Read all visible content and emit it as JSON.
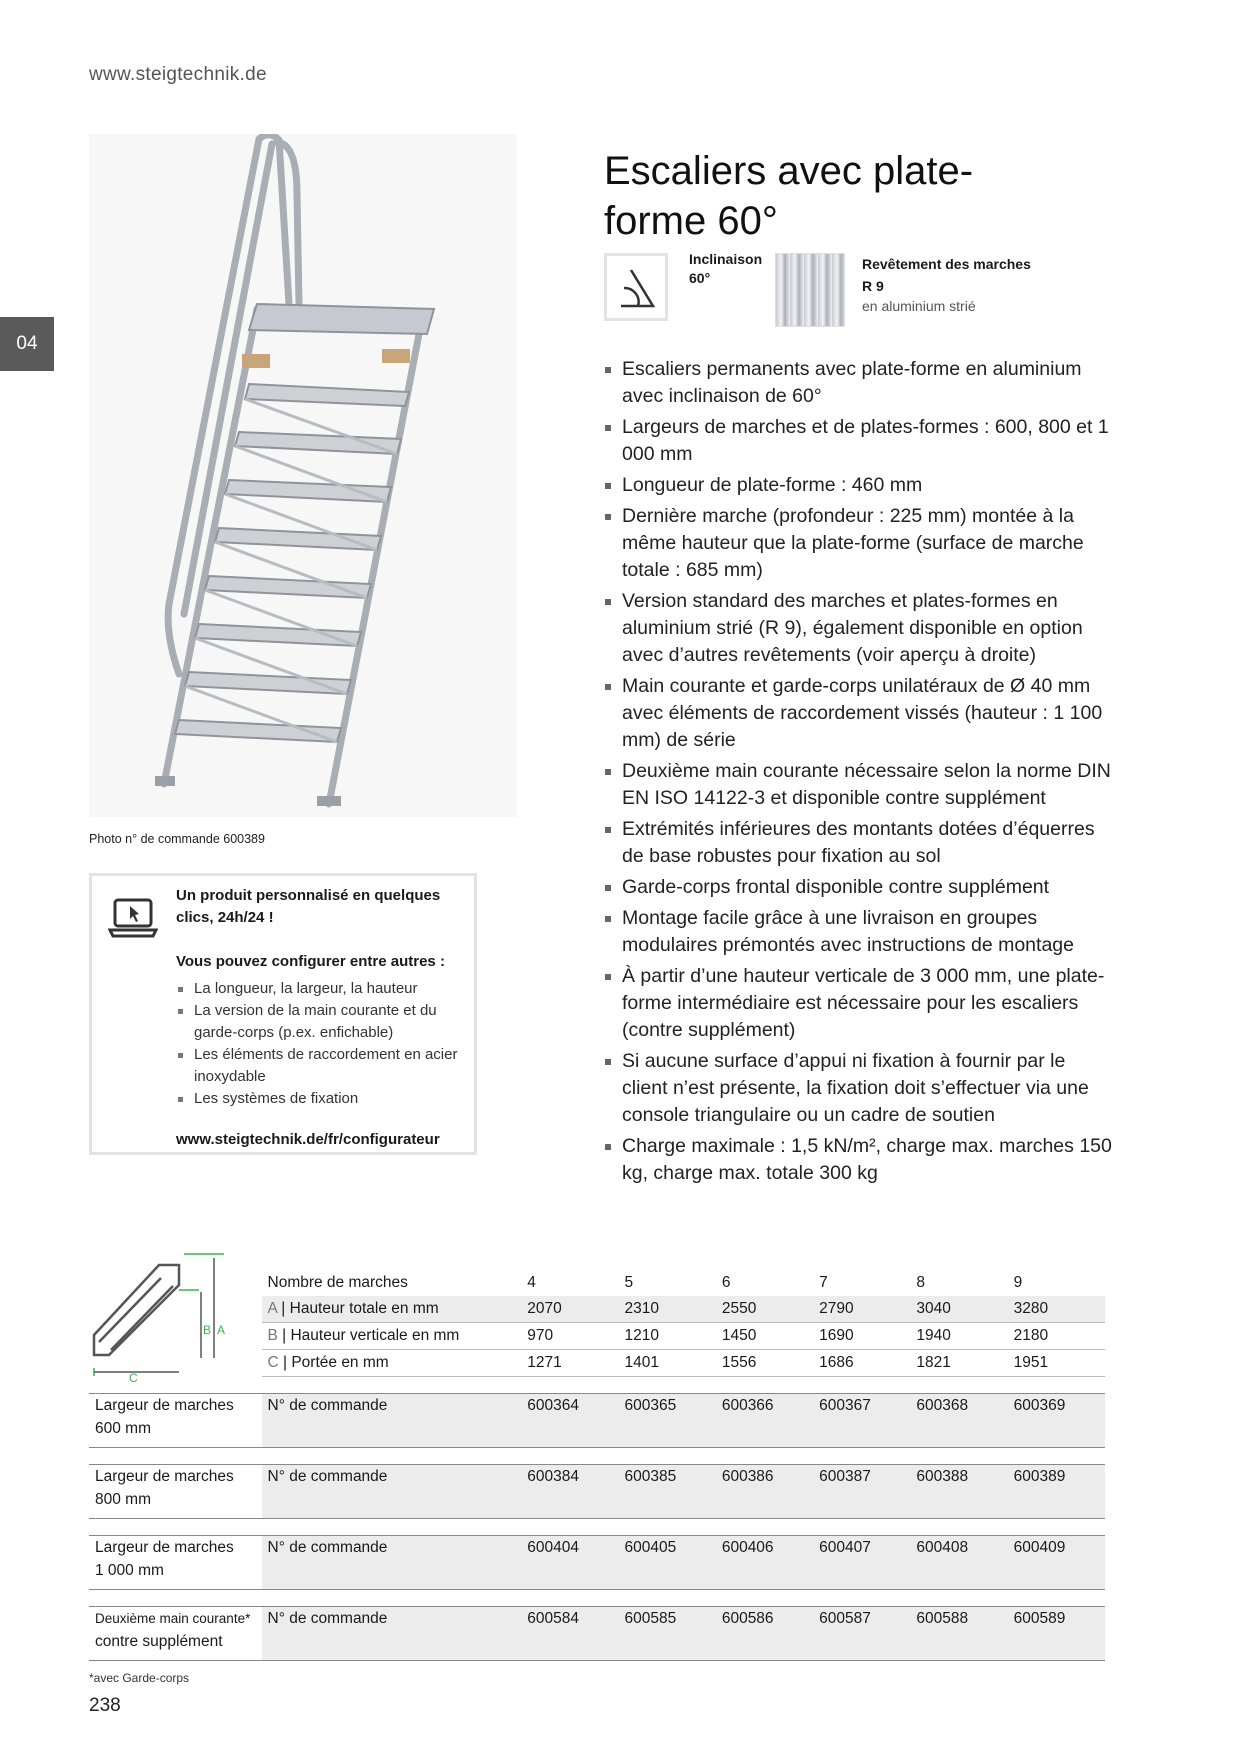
{
  "header": {
    "site_url": "www.steigtechnik.de",
    "chapter": "04"
  },
  "photo": {
    "caption": "Photo n° de commande 600389"
  },
  "configurator": {
    "title": "Un produit personnalisé en quelques clics, 24h/24 !",
    "subtitle": "Vous pouvez configurer entre autres :",
    "items": [
      "La longueur, la largeur, la hauteur",
      "La version de la main courante et du garde-corps (p.ex. enfichable)",
      "Les éléments de raccordement en acier inoxydable",
      "Les systèmes de fixation"
    ],
    "url": "www.steigtechnik.de/fr/configurateur",
    "icon": "laptop-cursor-icon"
  },
  "product": {
    "title": "Escaliers avec plate-forme 60°",
    "inclination": {
      "label": "Inclinaison",
      "value": "60°",
      "icon": "angle-icon"
    },
    "tread": {
      "label": "Revêtement des marches R 9",
      "sub": "en aluminium strié"
    }
  },
  "features": [
    "Escaliers permanents avec plate-forme en aluminium avec inclinaison de 60°",
    "Largeurs de marches et de plates-formes : 600, 800 et 1 000 mm",
    "Longueur de plate-forme : 460 mm",
    "Dernière marche (profondeur : 225 mm) montée à la même hauteur que la plate-forme (surface de marche totale : 685 mm)",
    "Version standard des marches et plates-formes en aluminium strié (R 9), également disponible en option avec d’autres revêtements (voir aperçu à droite)",
    "Main courante et garde-corps unilatéraux de Ø 40 mm avec éléments de raccordement vissés (hauteur : 1 100 mm) de série",
    "Deuxième main courante nécessaire selon la norme DIN EN ISO 14122-3 et disponible contre supplément",
    "Extrémités inférieures des montants dotées d’équerres de base robustes pour fixation au sol",
    "Garde-corps frontal disponible contre supplément",
    "Montage facile grâce à une livraison en groupes modulaires prémontés avec instructions de montage",
    "À partir d’une hauteur verticale de 3 000 mm, une plate-forme intermédiaire est nécessaire pour les escaliers (contre supplément)",
    "Si aucune surface d’appui ni fixation à fournir par le client n’est présente, la fixation doit s’effectuer via une console triangulaire ou un cadre de soutien",
    "Charge maximale : 1,5 kN/m², charge max. marches 150 kg, charge max. totale 300 kg"
  ],
  "diagram": {
    "labels": {
      "a": "A",
      "b": "B",
      "c": "C"
    }
  },
  "table": {
    "header": {
      "label": "Nombre de marches",
      "values": [
        "4",
        "5",
        "6",
        "7",
        "8",
        "9"
      ]
    },
    "dims": [
      {
        "letter": "A",
        "label": " | Hauteur totale en mm",
        "values": [
          "2070",
          "2310",
          "2550",
          "2790",
          "3040",
          "3280"
        ]
      },
      {
        "letter": "B",
        "label": " | Hauteur verticale en mm",
        "values": [
          "970",
          "1210",
          "1450",
          "1690",
          "1940",
          "2180"
        ]
      },
      {
        "letter": "C",
        "label": " | Portée en mm",
        "values": [
          "1271",
          "1401",
          "1556",
          "1686",
          "1821",
          "1951"
        ]
      }
    ],
    "orders": [
      {
        "line1": "Largeur de marches",
        "line2": "600 mm",
        "label": "N° de commande",
        "values": [
          "600364",
          "600365",
          "600366",
          "600367",
          "600368",
          "600369"
        ]
      },
      {
        "line1": "Largeur de marches",
        "line2": "800 mm",
        "label": "N° de commande",
        "values": [
          "600384",
          "600385",
          "600386",
          "600387",
          "600388",
          "600389"
        ]
      },
      {
        "line1": "Largeur de marches",
        "line2": "1 000 mm",
        "label": "N° de commande",
        "values": [
          "600404",
          "600405",
          "600406",
          "600407",
          "600408",
          "600409"
        ]
      },
      {
        "line1": "Deuxième main courante*",
        "line2": "contre supplément",
        "label": "N° de commande",
        "values": [
          "600584",
          "600585",
          "600586",
          "600587",
          "600588",
          "600589"
        ]
      }
    ]
  },
  "footnote": "*avec Garde-corps",
  "page_number": "238",
  "colors": {
    "tab": "#5a5a5a",
    "shade": "#ececec",
    "accent_green": "#3cb44b"
  }
}
